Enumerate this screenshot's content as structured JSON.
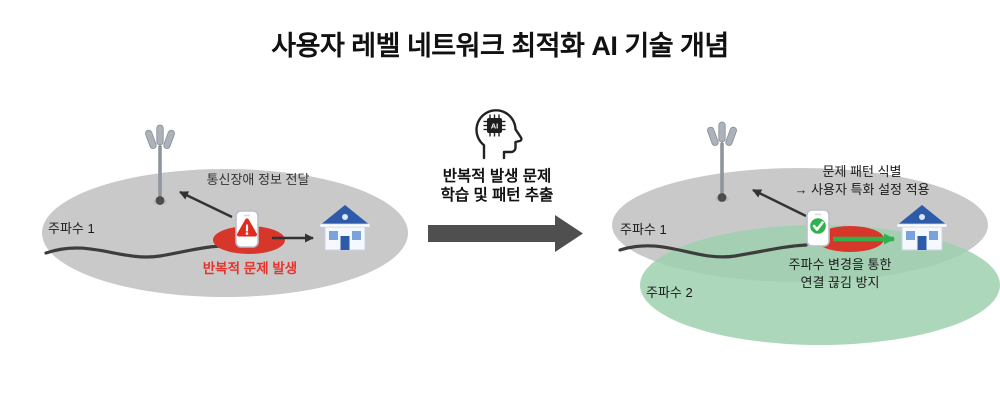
{
  "title": "사용자 레벨 네트워크 최적화 AI 기술 개념",
  "left_scene": {
    "frequency_label": "주파수 1",
    "report_arrow_label": "통신장애 정보 전달",
    "problem_label": "반복적 문제 발생"
  },
  "center": {
    "ai_chip_text": "AI",
    "caption_line1": "반복적 발생 문제",
    "caption_line2": "학습 및 패턴 추출"
  },
  "right_scene": {
    "frequency1_label": "주파수 1",
    "frequency2_label": "주파수 2",
    "pattern_line1": "문제 패턴 식별",
    "pattern_line2": "→ 사용자 특화 설정 적용",
    "solution_line1": "주파수 변경을 통한",
    "solution_line2": "연결 끊김 방지"
  },
  "colors": {
    "coverage_gray": "#c9c9c9",
    "frequency2_green": "#9ed0ae",
    "problem_red": "#d6372a",
    "problem_text_red": "#e8332c",
    "flow_arrow_gray": "#4f4f4f",
    "success_green": "#2fb24c",
    "line_dark": "#3d3d3d"
  }
}
